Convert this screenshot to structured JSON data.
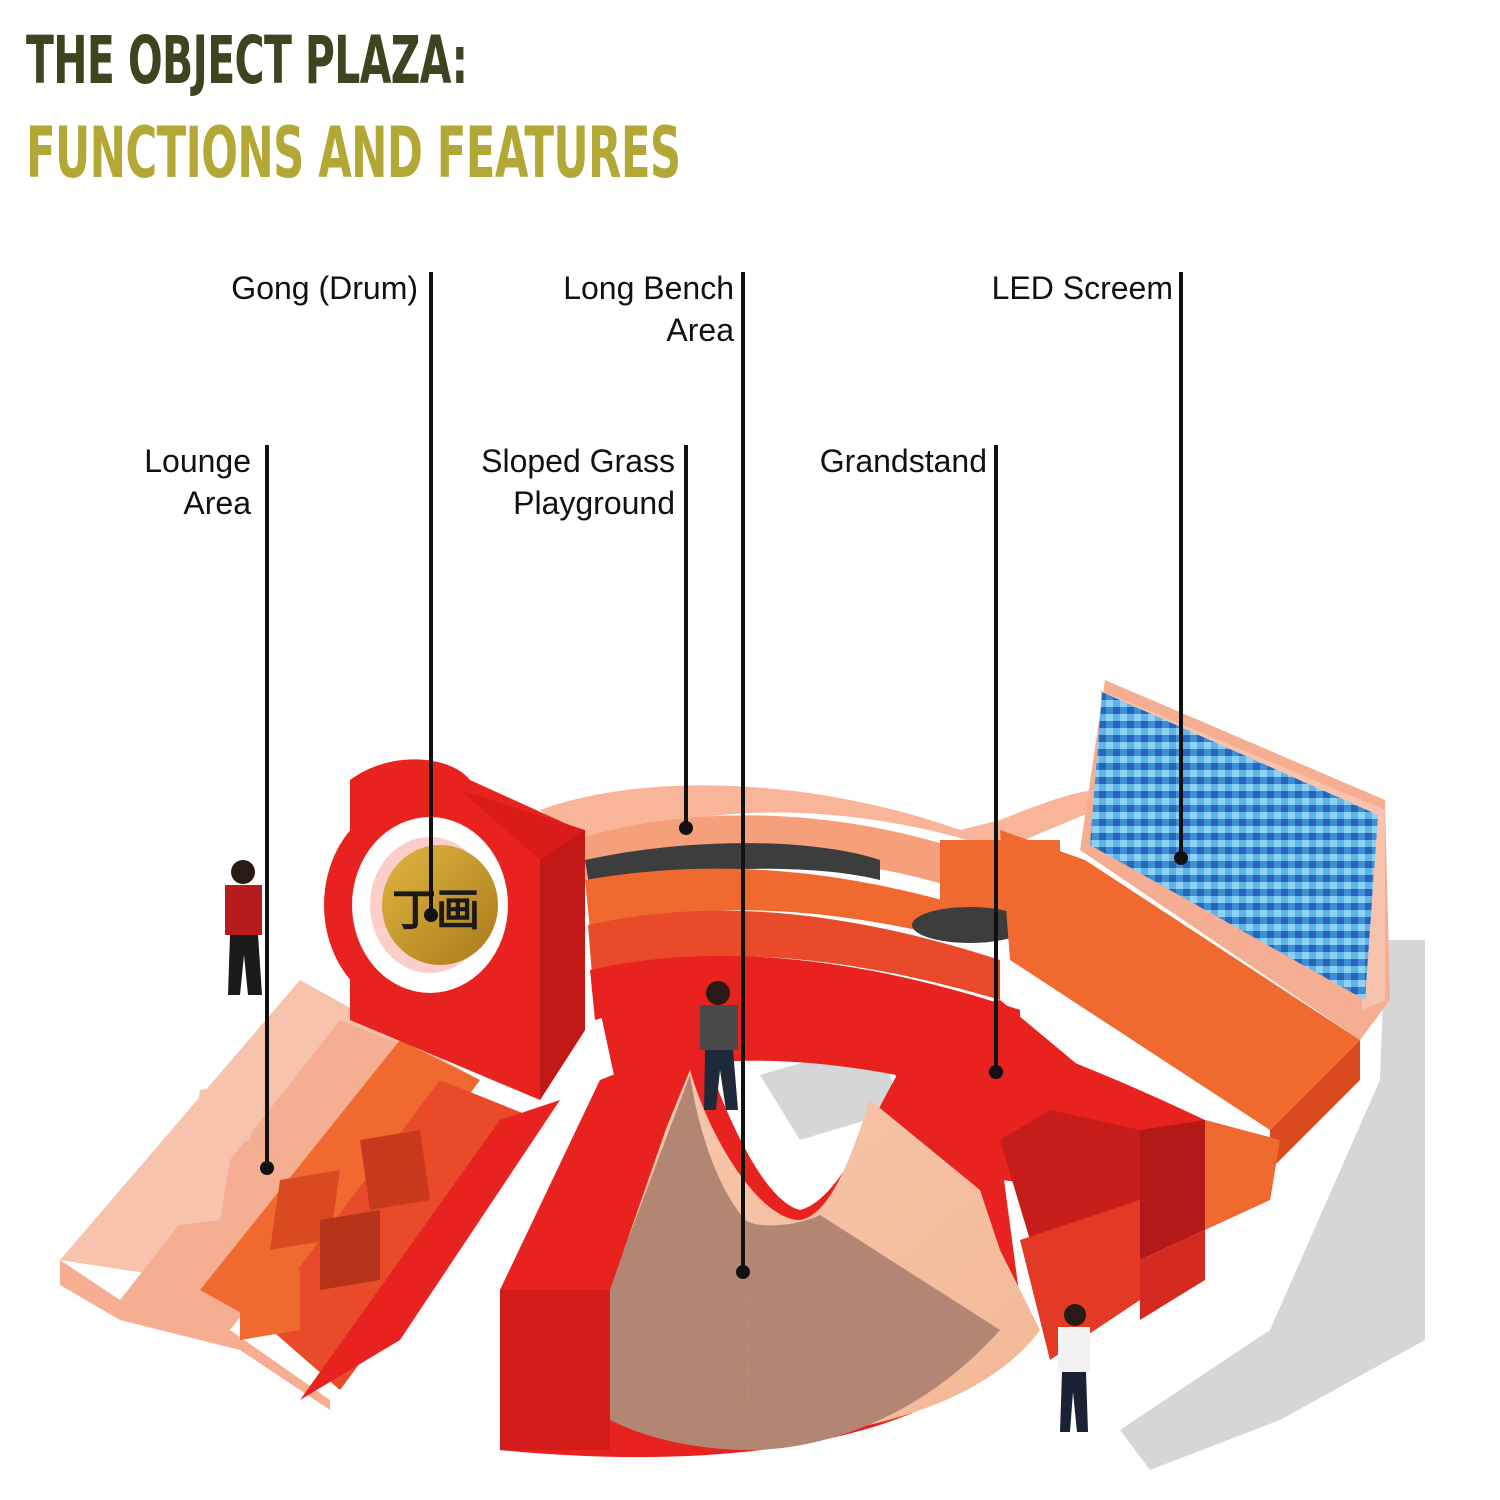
{
  "title": {
    "line1": "THE OBJECT PLAZA:",
    "line2": "FUNCTIONS AND FEATURES"
  },
  "labels": {
    "gong": {
      "line1": "Gong (Drum)"
    },
    "long_bench": {
      "line1": "Long Bench",
      "line2": "Area"
    },
    "led_screen": {
      "line1": "LED Screem"
    },
    "lounge": {
      "line1": "Lounge",
      "line2": "Area"
    },
    "sloped_grass": {
      "line1": "Sloped Grass",
      "line2": "Playground"
    },
    "grandstand": {
      "line1": "Grandstand"
    }
  },
  "colors": {
    "title_dark": "#3f4320",
    "title_accent": "#b3a735",
    "plaza_red": "#e8231f",
    "plaza_orange": "#f06a30",
    "plaza_pink": "#f5ae92",
    "led_blue": "#3a8fd6",
    "gong_gold": "#c89b2a"
  }
}
